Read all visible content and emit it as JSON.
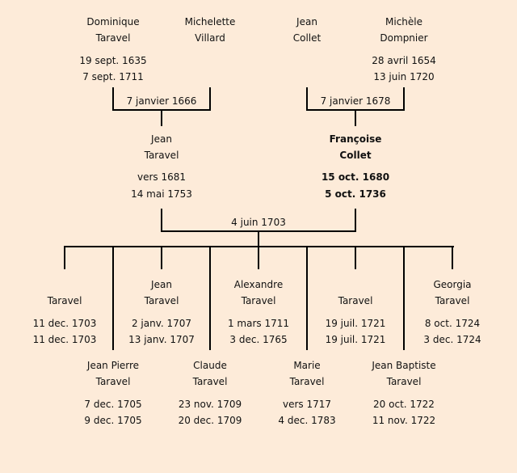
{
  "grandparents_paternal": {
    "father": {
      "first": "Dominique",
      "last": "Taravel",
      "birth": "19 sept. 1635",
      "death": "7 sept. 1711"
    },
    "mother": {
      "first": "Michelette",
      "last": "Villard"
    },
    "marriage": "7 janvier 1666"
  },
  "grandparents_maternal": {
    "father": {
      "first": "Jean",
      "last": "Collet"
    },
    "mother": {
      "first": "Michèle",
      "last": "Dompnier",
      "birth": "28 avril 1654",
      "death": "13 juin 1720"
    },
    "marriage": "7 janvier 1678"
  },
  "parents": {
    "father": {
      "first": "Jean",
      "last": "Taravel",
      "birth": "vers 1681",
      "death": "14 mai 1753"
    },
    "mother": {
      "first": "Françoise",
      "last": "Collet",
      "birth": "15 oct. 1680",
      "death": "5 oct. 1736"
    },
    "marriage": "4 juin 1703"
  },
  "children": [
    {
      "first": "",
      "last": "Taravel",
      "birth": "11 dec. 1703",
      "death": "11 dec. 1703"
    },
    {
      "first": "Jean Pierre",
      "last": "Taravel",
      "birth": "7 dec. 1705",
      "death": "9 dec. 1705"
    },
    {
      "first": "Jean",
      "last": "Taravel",
      "birth": "2 janv. 1707",
      "death": "13 janv. 1707"
    },
    {
      "first": "Claude",
      "last": "Taravel",
      "birth": "23 nov. 1709",
      "death": "20 dec. 1709"
    },
    {
      "first": "Alexandre",
      "last": "Taravel",
      "birth": "1 mars 1711",
      "death": "3 dec. 1765"
    },
    {
      "first": "Marie",
      "last": "Taravel",
      "birth": "vers 1717",
      "death": "4 dec. 1783"
    },
    {
      "first": "",
      "last": "Taravel",
      "birth": "19 juil. 1721",
      "death": "19 juil. 1721"
    },
    {
      "first": "Jean Baptiste",
      "last": "Taravel",
      "birth": "20 oct. 1722",
      "death": "11 nov. 1722"
    },
    {
      "first": "Georgia",
      "last": "Taravel",
      "birth": "8 oct. 1724",
      "death": "3 dec. 1724"
    }
  ]
}
